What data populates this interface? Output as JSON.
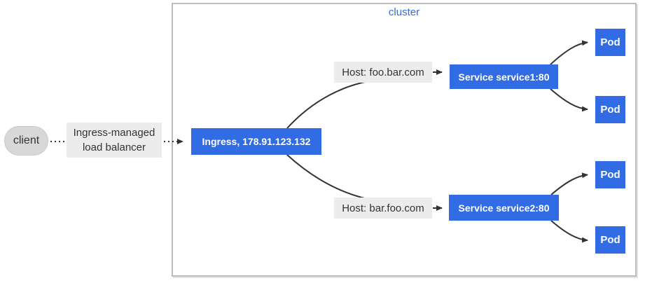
{
  "colors": {
    "node_blue": "#326ce5",
    "node_text": "#ffffff",
    "cluster_border": "#bbbbbb",
    "cluster_label": "#326ce5",
    "edge": "#333333",
    "edge_label_bg": "#ececec",
    "client_fill": "#d8d8d8",
    "text_dark": "#333333"
  },
  "cluster": {
    "label": "cluster"
  },
  "client": {
    "label": "client"
  },
  "load_balancer": {
    "line1": "Ingress-managed",
    "line2": "load balancer"
  },
  "ingress": {
    "label": "Ingress, 178.91.123.132"
  },
  "routes": [
    {
      "host": "Host: foo.bar.com",
      "service": "Service service1:80",
      "pods": [
        "Pod",
        "Pod"
      ]
    },
    {
      "host": "Host: bar.foo.com",
      "service": "Service service2:80",
      "pods": [
        "Pod",
        "Pod"
      ]
    }
  ]
}
